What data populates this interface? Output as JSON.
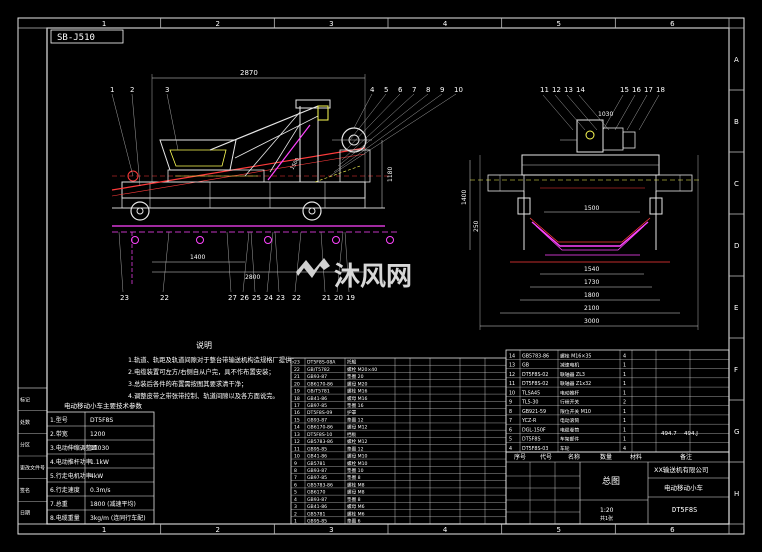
{
  "drawing_code": "SB-J510",
  "columns": [
    "1",
    "2",
    "3",
    "4",
    "5",
    "6"
  ],
  "rows": [
    "A",
    "B",
    "C",
    "D",
    "E",
    "F",
    "G",
    "H"
  ],
  "side_view": {
    "callouts_top": [
      "1",
      "2",
      "3",
      "4",
      "5",
      "6",
      "7",
      "8",
      "9",
      "10"
    ],
    "callouts_bottom": [
      "23",
      "22",
      "27",
      "26",
      "25",
      "24",
      "23",
      "22",
      "21",
      "20",
      "19"
    ],
    "dims": {
      "top_length": "2870",
      "height": "1180",
      "wheelbase": "1400",
      "overall": "2800",
      "label_mid": "1500"
    }
  },
  "end_view": {
    "callouts": [
      "11",
      "12",
      "13",
      "14",
      "15",
      "16",
      "17",
      "18"
    ],
    "dims": {
      "motor": "1030",
      "height": "1400",
      "side": "250",
      "w1": "1500",
      "w2": "1540",
      "w3": "1730",
      "w4": "1800",
      "w5": "2100",
      "w6": "3000"
    }
  },
  "watermark": "沐风网",
  "notes": {
    "title": "说明",
    "lines": [
      "1.轨道、轨距及轨道间隙对于整台带输送机构造规格厂提供；",
      "2.电缆装置可左方/右侧自从户完，具不作布置安装；",
      "3.总装后各件的布置需按图其要求清干净；",
      "4.调整皮带之带张带控制、轨道间隙以及各方面说完。"
    ]
  },
  "specs": {
    "title": "电动移动小车主要技术参数",
    "rows": [
      [
        "1.型号",
        "DT5F8S"
      ],
      [
        "2.带宽",
        "1200"
      ],
      [
        "3.电动伸缩调整距",
        "11030"
      ],
      [
        "4.电动推杆功率",
        "1.1kW"
      ],
      [
        "5.行走电机功率",
        "4kW"
      ],
      [
        "6.行走速度",
        "0.3m/s"
      ],
      [
        "7.总重",
        "1800 (减速平均)"
      ],
      [
        "8.电缆重量",
        "3kg/m (连同行车配)"
      ]
    ]
  },
  "revision_labels": [
    "标记",
    "处数",
    "分区",
    "更改文件号",
    "签名",
    "日期"
  ],
  "bom_left": {
    "rows": [
      [
        "23",
        "DT5F8S-08A",
        "托辊"
      ],
      [
        "22",
        "GB/T5782",
        "螺栓 M20×40"
      ],
      [
        "21",
        "GB93-87",
        "垫圈 20"
      ],
      [
        "20",
        "GB6170-86",
        "螺母 M20"
      ],
      [
        "19",
        "GB/T5781",
        "螺栓 M16"
      ],
      [
        "18",
        "GB41-86",
        "螺母 M16"
      ],
      [
        "17",
        "GB97-85",
        "垫圈 16"
      ],
      [
        "16",
        "DT5F8S-09",
        "护罩"
      ],
      [
        "15",
        "GB93-87",
        "垫圈 12"
      ],
      [
        "14",
        "GB6170-86",
        "螺母 M12"
      ],
      [
        "13",
        "DT5F8S-10",
        "挡板"
      ],
      [
        "12",
        "GB5783-86",
        "螺栓 M12"
      ],
      [
        "11",
        "GB95-85",
        "垫圈 12"
      ],
      [
        "10",
        "GB41-86",
        "螺母 M10"
      ],
      [
        "9",
        "GB5781",
        "螺栓 M10"
      ],
      [
        "8",
        "GB93-87",
        "垫圈 10"
      ],
      [
        "7",
        "GB97-85",
        "垫圈 8"
      ],
      [
        "6",
        "GB5783-86",
        "螺栓 M8"
      ],
      [
        "5",
        "GB6170",
        "螺母 M8"
      ],
      [
        "4",
        "GB93-87",
        "垫圈 8"
      ],
      [
        "3",
        "GB41-86",
        "螺母 M6"
      ],
      [
        "2",
        "GB5781",
        "螺栓 M6"
      ],
      [
        "1",
        "GB95-85",
        "垫圈 6"
      ]
    ]
  },
  "bom_right": {
    "rows": [
      [
        "14",
        "GB5783-86",
        "螺栓 M16×35",
        "4"
      ],
      [
        "13",
        "GB",
        "减速电机",
        "1"
      ],
      [
        "12",
        "DT5F8S-02",
        "联轴器 ZL3",
        "1"
      ],
      [
        "11",
        "DT5F8S-02",
        "联轴器 Z1x32",
        "1"
      ],
      [
        "10",
        "TLSA45",
        "电动推杆",
        "1"
      ],
      [
        "9",
        "TL5-30",
        "行程开关",
        "2"
      ],
      [
        "8",
        "GB921-59",
        "限位开关 M10",
        "1"
      ],
      [
        "7",
        "YCZ-R",
        "电动滚筒",
        "1"
      ],
      [
        "6",
        "DGL-150F",
        "电缆卷筒",
        "1"
      ],
      [
        "5",
        "DT5F8S",
        "车架部件",
        "1"
      ],
      [
        "4",
        "DT5F8S-03",
        "车轮",
        "4"
      ]
    ]
  },
  "title_block": {
    "headers": [
      "序号",
      "代号",
      "名称",
      "数量",
      "材料",
      "备注"
    ],
    "drawing_name": "总图",
    "company": "XX输送机有限公司",
    "product": "电动移动小车",
    "code": "DT5F8S",
    "scale": "1:20",
    "weight_a": "494.7",
    "weight_b": "494.J",
    "sheet": "共1张"
  }
}
